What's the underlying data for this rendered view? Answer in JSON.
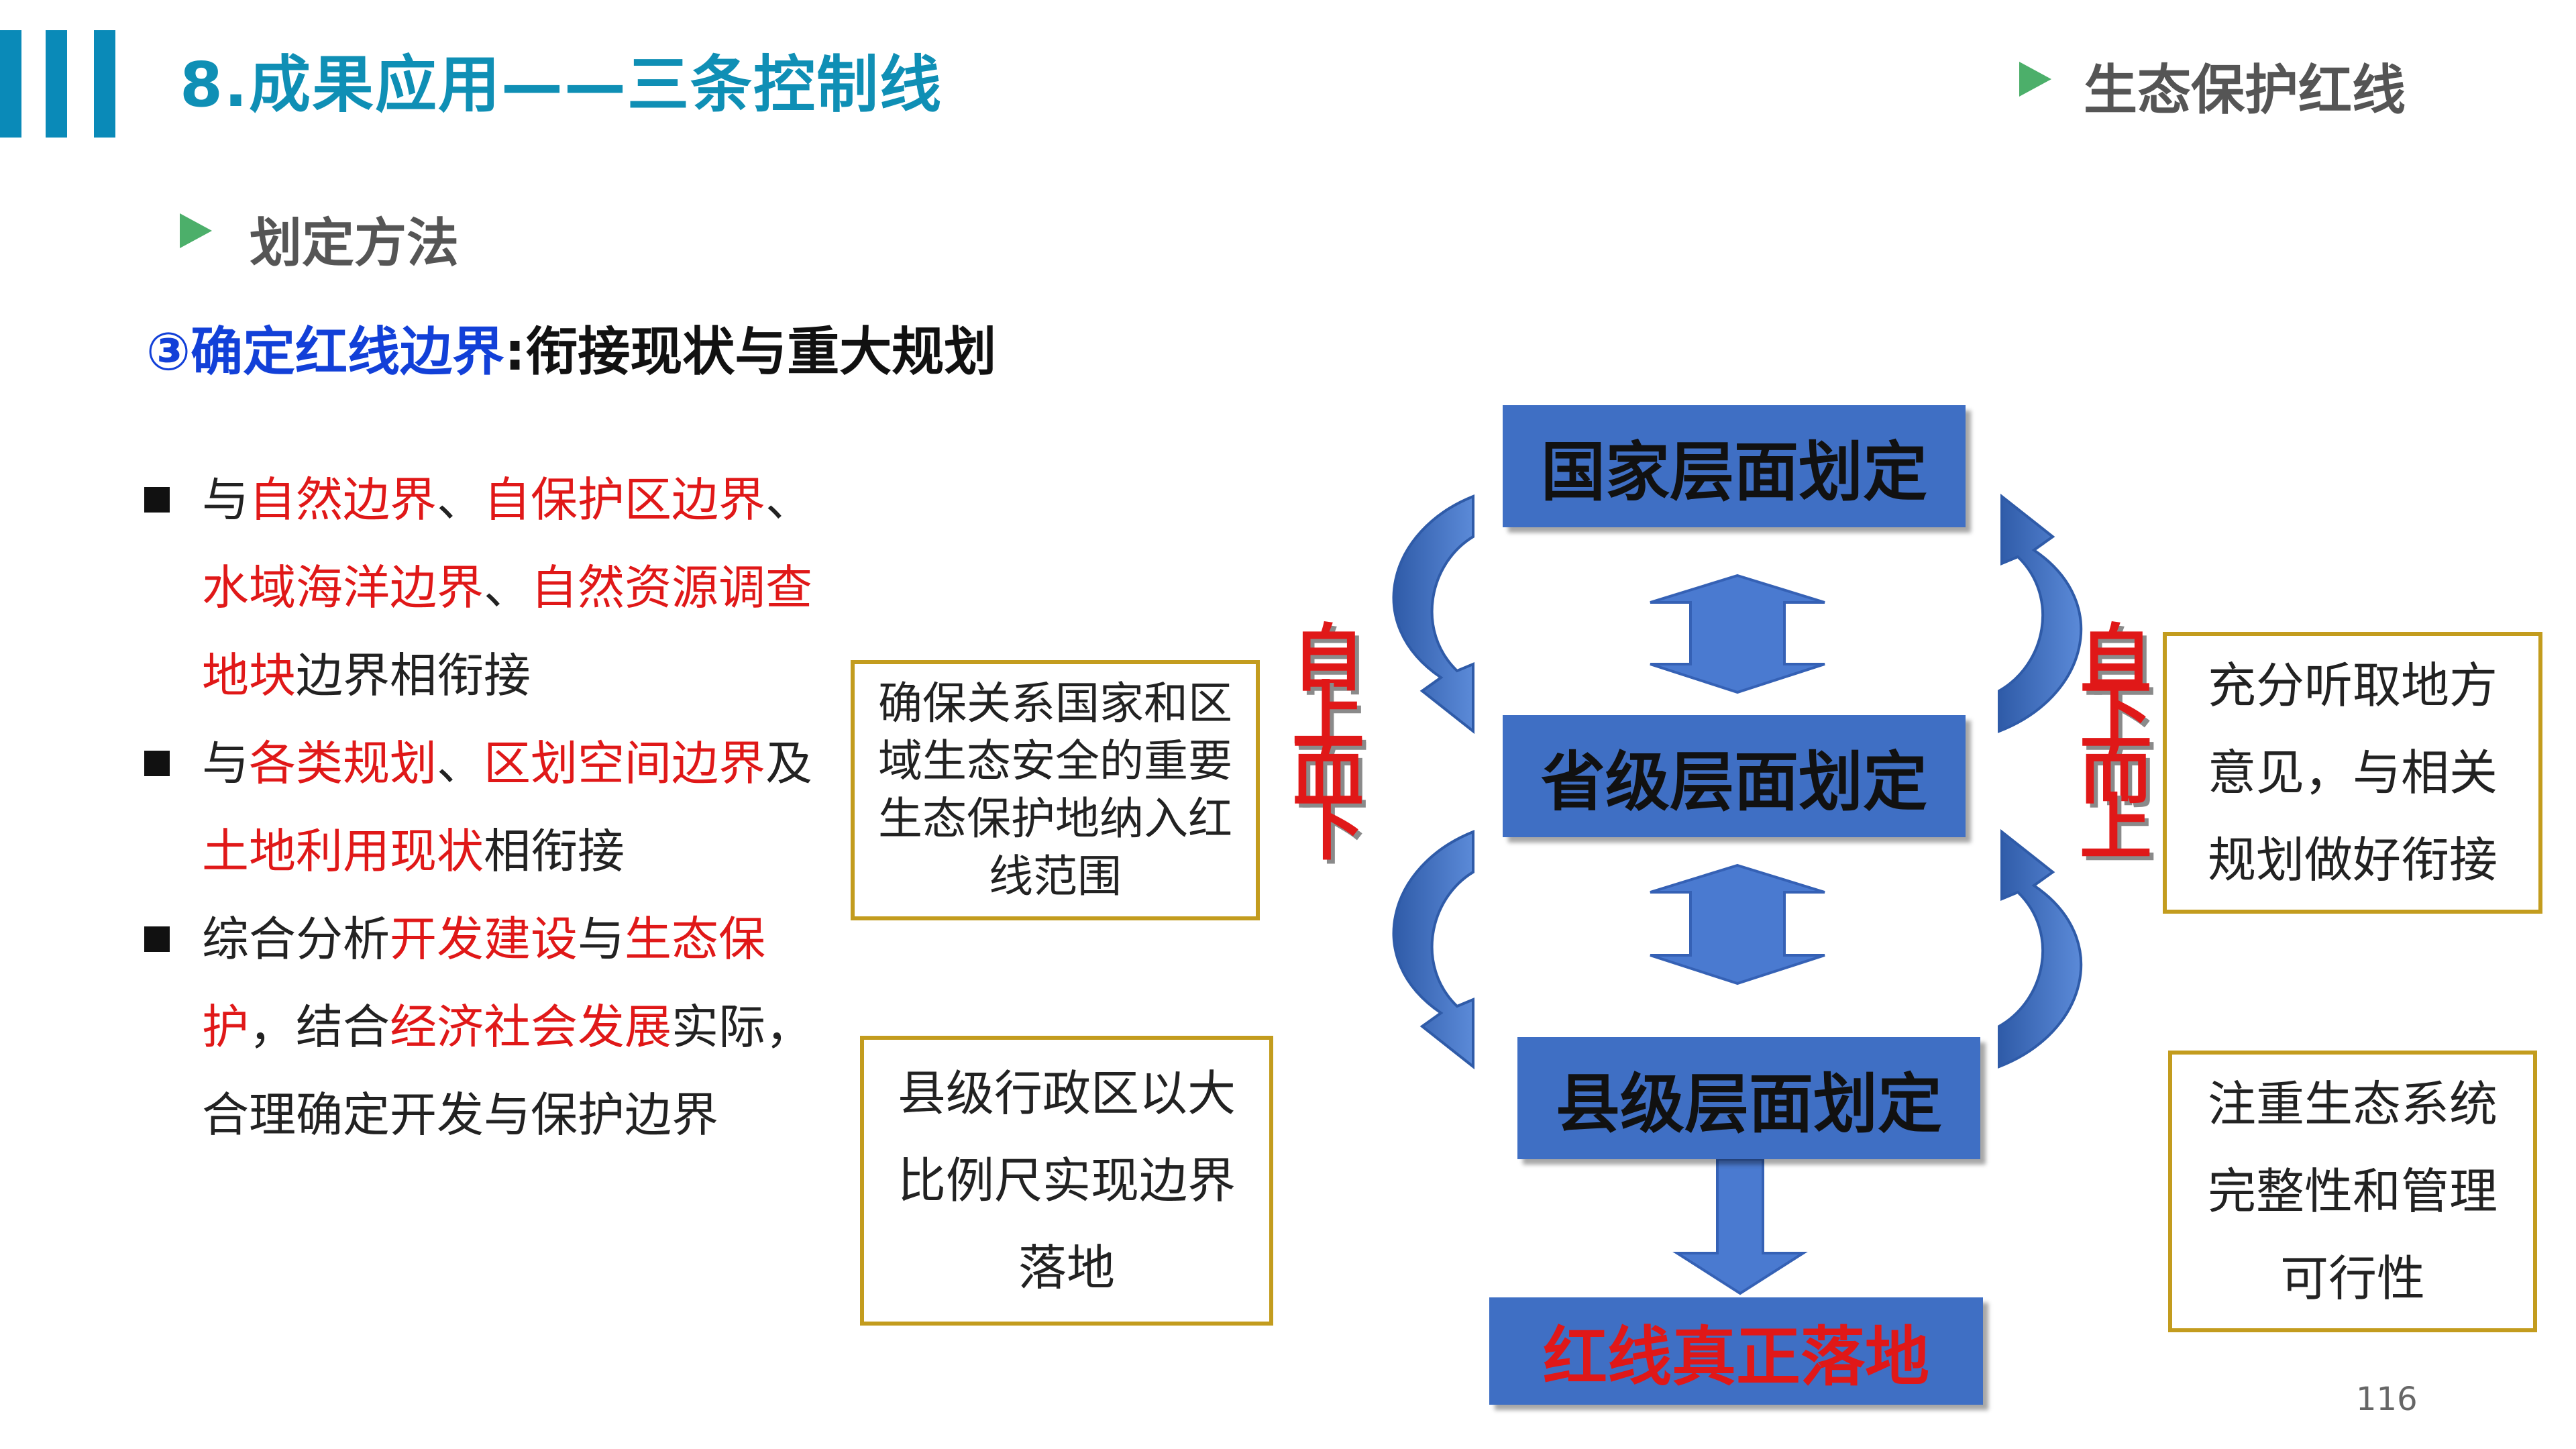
{
  "header": {
    "title": "8.成果应用——三条控制线",
    "top_right_label": "生态保护红线",
    "section_label": "划定方法"
  },
  "subtitle": {
    "marker_part": "③确定红线边界",
    "rest_part": ":衔接现状与重大规划"
  },
  "bullets": [
    {
      "segments": [
        {
          "text": "与",
          "red": false
        },
        {
          "text": "自然边界",
          "red": true
        },
        {
          "text": "、",
          "red": false
        },
        {
          "text": "自保护区边界",
          "red": true
        },
        {
          "text": "、",
          "red": false
        },
        {
          "text": "水域海洋边界",
          "red": true
        },
        {
          "text": "、",
          "red": false
        },
        {
          "text": "自然资源调查地块",
          "red": true
        },
        {
          "text": "边界相衔接",
          "red": false
        }
      ]
    },
    {
      "segments": [
        {
          "text": "与",
          "red": false
        },
        {
          "text": "各类规划",
          "red": true
        },
        {
          "text": "、",
          "red": false
        },
        {
          "text": "区划空间边界",
          "red": true
        },
        {
          "text": "及",
          "red": false
        },
        {
          "text": "土地利用现状",
          "red": true
        },
        {
          "text": "相衔接",
          "red": false
        }
      ]
    },
    {
      "segments": [
        {
          "text": "综合分析",
          "red": false
        },
        {
          "text": "开发建设",
          "red": true
        },
        {
          "text": "与",
          "red": false
        },
        {
          "text": "生态保护",
          "red": true
        },
        {
          "text": "，结合",
          "red": false
        },
        {
          "text": "经济社会发展",
          "red": true
        },
        {
          "text": "实际，合理确定开发与保护边界",
          "red": false
        }
      ]
    }
  ],
  "diagram": {
    "levels": [
      "国家层面划定",
      "省级层面划定",
      "县级层面划定"
    ],
    "result": "红线真正落地",
    "left_direction": "自上而下",
    "right_direction": "自下而上",
    "left_note_top": "确保关系国家和区域生态安全的重要生态保护地纳入红线范围",
    "left_note_bottom": "县级行政区以大比例尺实现边界落地",
    "right_note_top": "充分听取地方意见，与相关规划做好衔接",
    "right_note_bottom": "注重生态系统完整性和管理可行性"
  },
  "page_number": "116",
  "colors": {
    "title": "#0f8fb5",
    "accent_blue_box": "#3f6fc4",
    "emphasis_red": "#e01818",
    "note_border_gold": "#c39c1e",
    "triangle_green": "#4caf6a"
  }
}
